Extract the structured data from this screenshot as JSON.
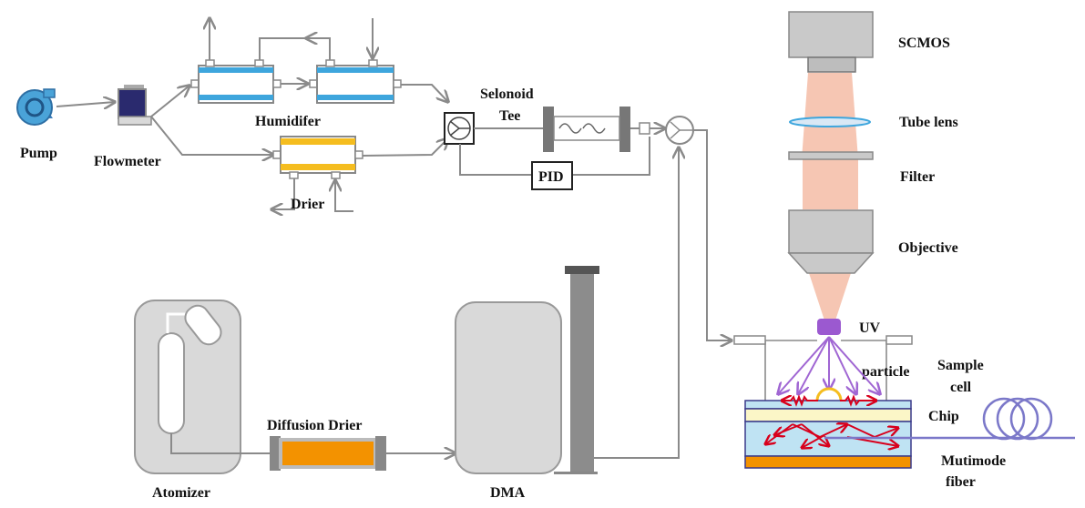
{
  "labels": {
    "pump": "Pump",
    "flowmeter": "Flowmeter",
    "humidifer": "Humidifer",
    "drier": "Drier",
    "selonoid": "Selonoid",
    "tee": "Tee",
    "pid": "PID",
    "scmos": "SCMOS",
    "tube_lens": "Tube lens",
    "filter": "Filter",
    "objective": "Objective",
    "uv": "UV",
    "particle": "particle",
    "sample_cell_line1": "Sample",
    "sample_cell_line2": "cell",
    "chip": "Chip",
    "fiber_line1": "Mutimode",
    "fiber_line2": "fiber",
    "atomizer": "Atomizer",
    "diffusion_drier": "Diffusion Drier",
    "dma": "DMA"
  },
  "colors": {
    "pipe": "#8a8a8a",
    "humidifier_band": "#3ea6dd",
    "drier_band": "#f5bd1f",
    "diffusion_core": "#f39200",
    "beam": "#f6c6b3",
    "uv_source": "#9b59d0",
    "uv_rays": "#a066d3",
    "scatter_arrows": "#d8001c",
    "chip_blue": "#bfe3f3",
    "chip_yellow": "#fbf6c7",
    "chip_orange": "#f39200",
    "fiber": "#7b78c9"
  }
}
